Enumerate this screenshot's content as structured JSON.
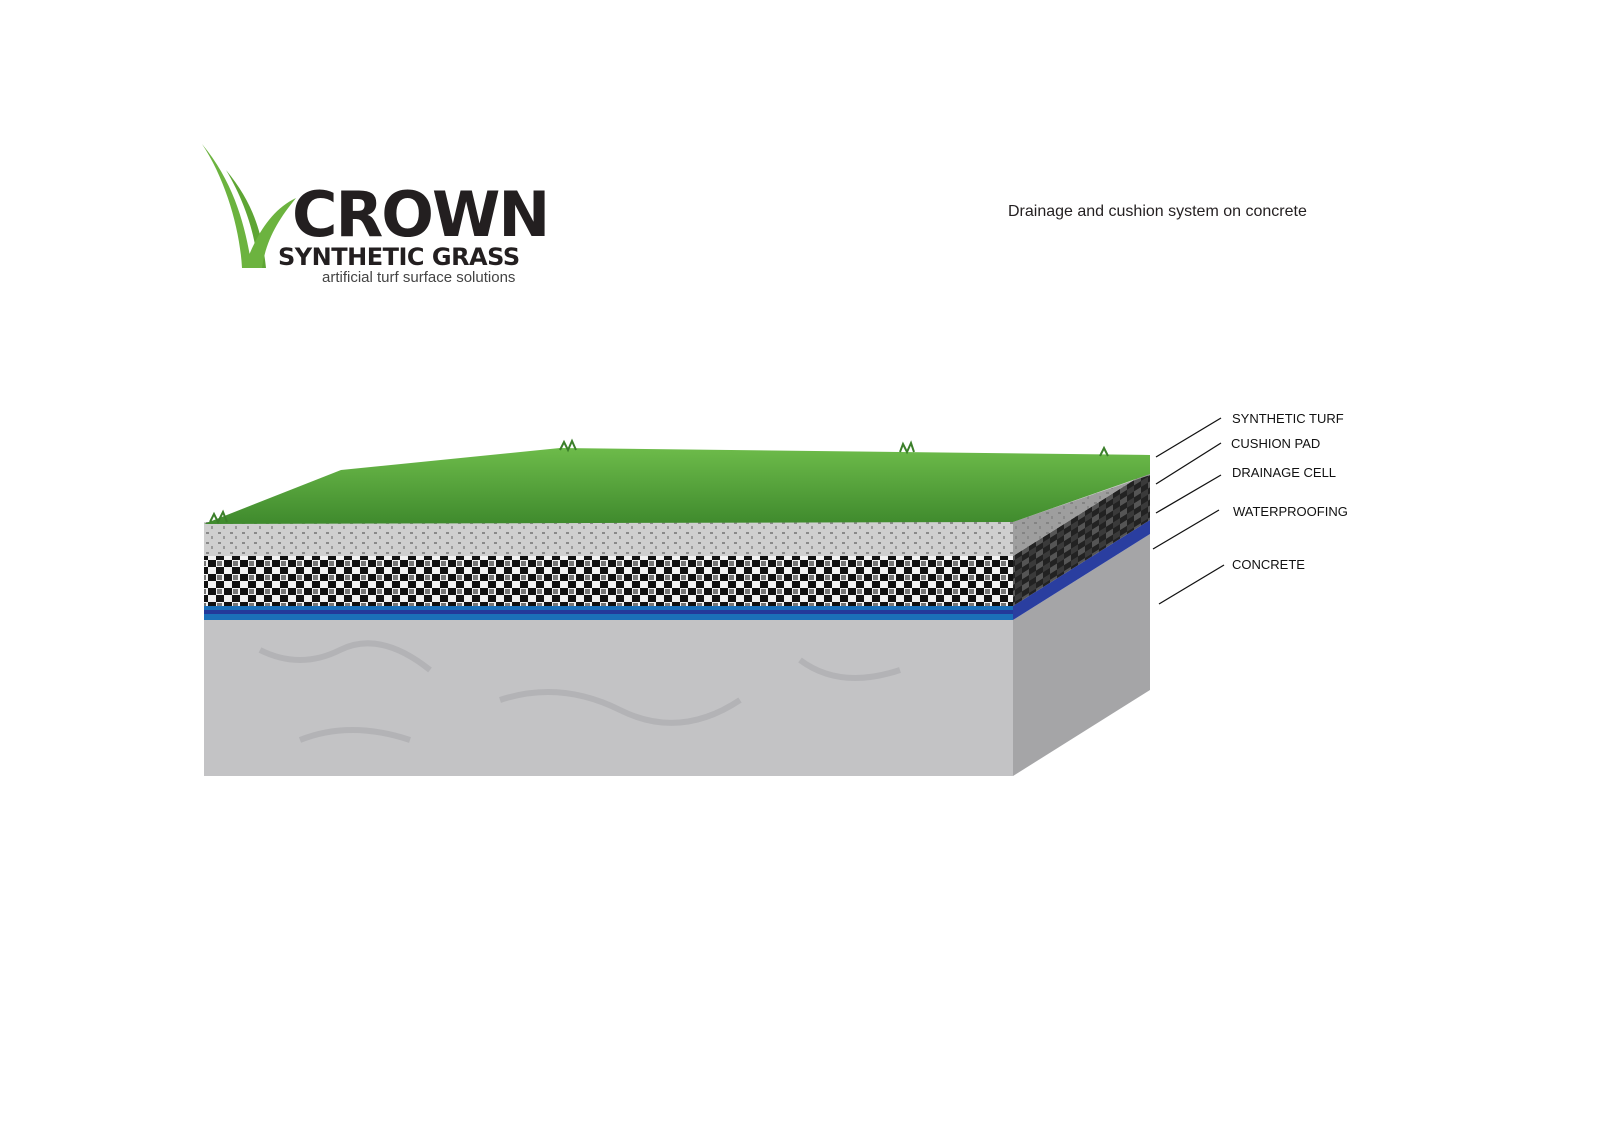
{
  "logo": {
    "name": "CROWN",
    "line2": "SYNTHETIC GRASS",
    "tagline": "artificial turf surface solutions"
  },
  "subtitle": "Drainage and cushion system on concrete",
  "layers": [
    {
      "label": "SYNTHETIC TURF",
      "color": "#4e9a3a"
    },
    {
      "label": "CUSHION PAD",
      "color": "#c8c8c8"
    },
    {
      "label": "DRAINAGE CELL",
      "color": "#1e1e1e"
    },
    {
      "label": "WATERPROOFING",
      "color": "#1b6fb8"
    },
    {
      "label": "CONCRETE",
      "color": "#c3c3c5"
    }
  ]
}
